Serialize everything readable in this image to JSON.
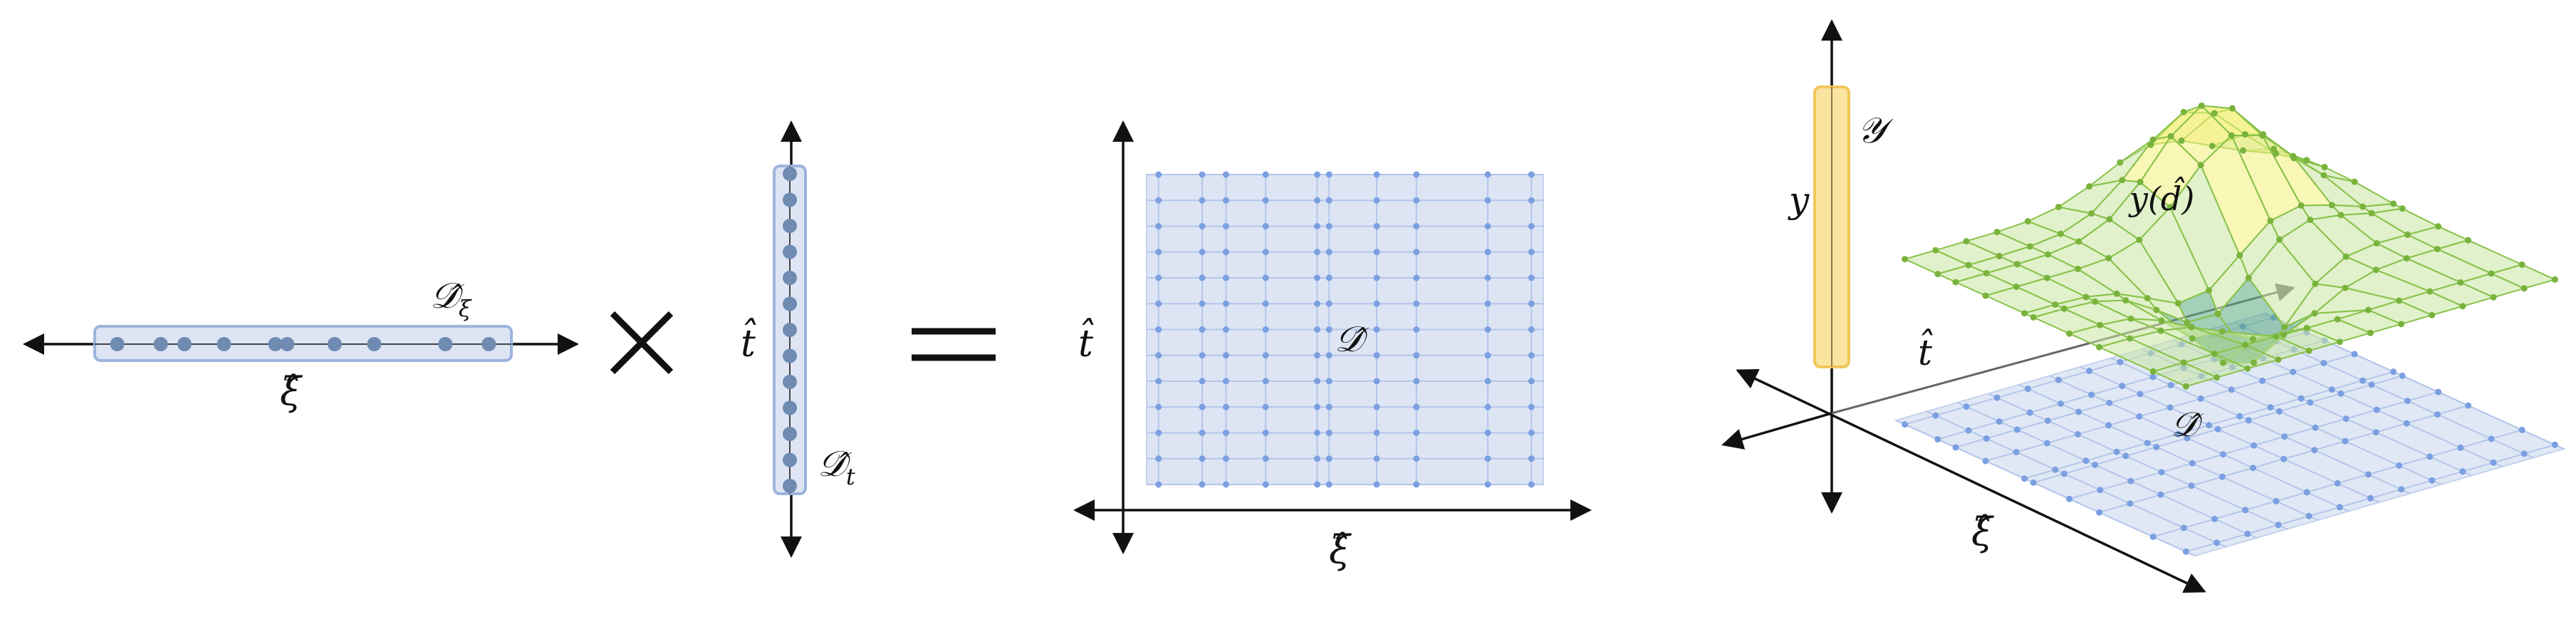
{
  "colors": {
    "axis": "#111111",
    "set_fill": "#dde5f4",
    "set_stroke": "#9db4dd",
    "set_point": "#6f8bb1",
    "grid_point": "#7b9fe0",
    "grid_line": "#b3c6ea",
    "output_fill": "#fbe3a0",
    "output_stroke": "#f1c75a",
    "surface_fill": "#c9e6a0",
    "surface_line": "#88c24a",
    "surface_point": "#79b33c",
    "surface_peak": "#f2f07a",
    "surface_valley": "#5aa880"
  },
  "panel1": {
    "xi_label": "ξ̂",
    "set_label": "𝒟̂",
    "set_subscript": "ξ",
    "sample_positions": [
      0.03,
      0.14,
      0.2,
      0.3,
      0.43,
      0.46,
      0.58,
      0.68,
      0.86,
      0.97
    ]
  },
  "operator_times": "×",
  "panel2": {
    "t_label": "t̂",
    "set_label": "𝒟̂",
    "set_subscript": "t",
    "sample_count": 13
  },
  "operator_equals": "=",
  "panel3": {
    "t_label": "t̂",
    "xi_label": "ξ̂",
    "set_label": "𝒟̂"
  },
  "panel4": {
    "y_label": "y",
    "output_space_label": "𝒴",
    "surface_label": "y(d̂)",
    "t_label": "t̂",
    "xi_label": "ξ̂",
    "set_label": "𝒟̂"
  }
}
